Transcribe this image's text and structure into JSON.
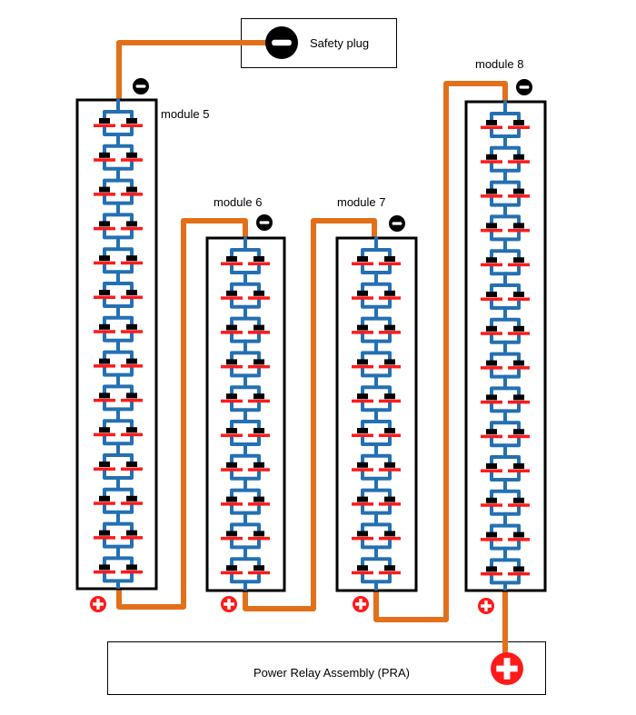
{
  "safety_plug": {
    "label": "Safety plug"
  },
  "pra": {
    "label": "Power Relay Assembly (PRA)"
  },
  "modules": [
    {
      "label": "module  5",
      "cells": 14
    },
    {
      "label": "module  6",
      "cells": 10
    },
    {
      "label": "module  7",
      "cells": 10
    },
    {
      "label": "module  8",
      "cells": 14
    }
  ],
  "colors": {
    "wire": "#e2701a",
    "cell_link": "#2470b3",
    "cell_plate": "#ff1a1a",
    "cell_cap": "#000000",
    "plus": "#ff1a1a",
    "minus": "#000000"
  }
}
